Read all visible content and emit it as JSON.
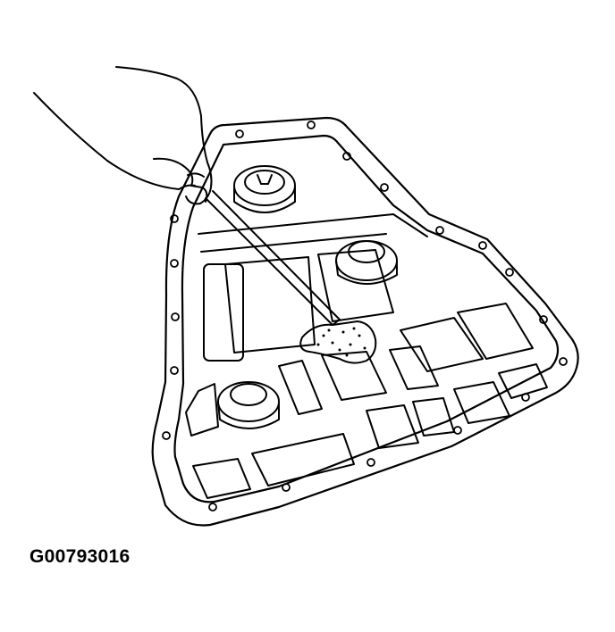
{
  "figure": {
    "code": "G00793016"
  },
  "colors": {
    "line": "#000000",
    "background": "#ffffff"
  },
  "illustration": {
    "parts": [
      "oil-pan",
      "hand",
      "scraper-tool",
      "gasket-residue",
      "magnets",
      "bolt-holes"
    ]
  }
}
